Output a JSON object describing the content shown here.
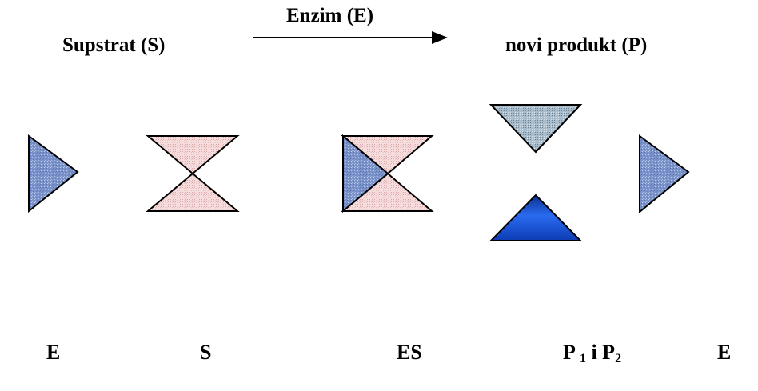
{
  "header": {
    "substrate_label": "Supstrat  (S)",
    "arrow_label": "Enzim (E)",
    "product_label": "novi produkt (P)"
  },
  "bottom_labels": {
    "enzyme_left": "E",
    "substrate": "S",
    "complex": "ES",
    "products_p": "P",
    "products_sub1": "1",
    "products_and": " i P",
    "products_sub2": "2",
    "enzyme_right": "E"
  },
  "colors": {
    "enzyme_blue": "#7b93c8",
    "substrate_pink": "#f4d6d6",
    "product_light": "#9fb4c6",
    "product_dark": "#1a4fd0"
  }
}
